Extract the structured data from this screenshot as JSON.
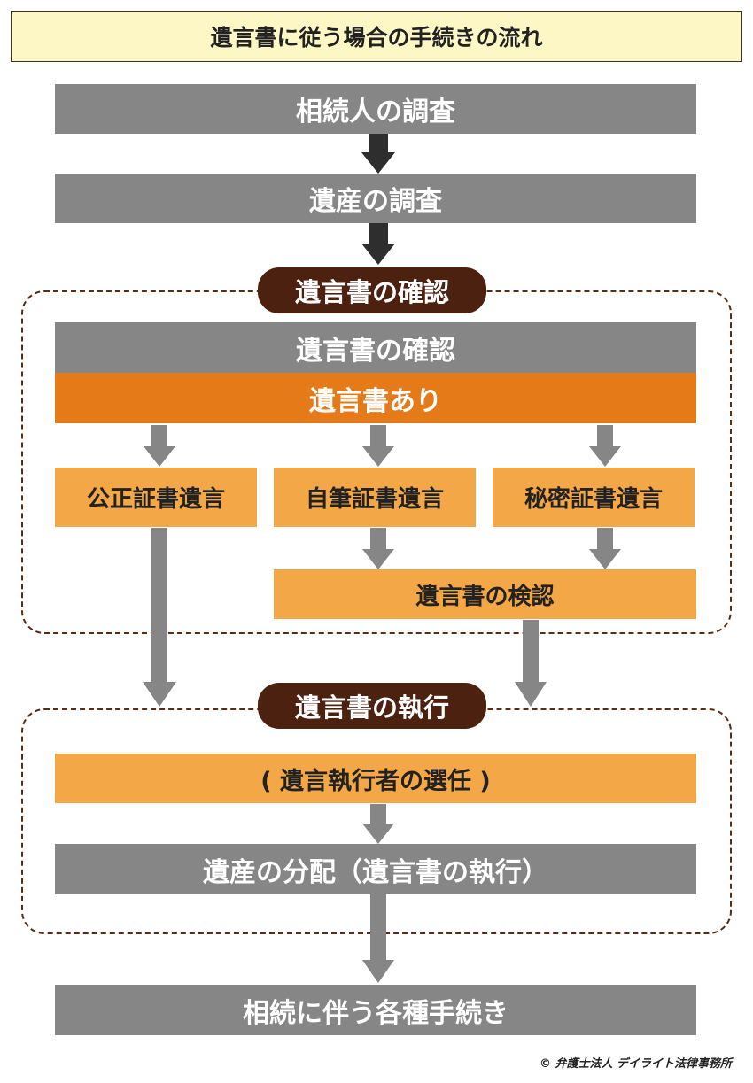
{
  "title": "遺言書に従う場合の手続きの流れ",
  "steps": {
    "heir_survey": "相続人の調査",
    "estate_survey": "遺産の調査",
    "will_check_section": "遺言書の確認",
    "will_check": "遺言書の確認",
    "will_exists": "遺言書あり",
    "notarial_will": "公正証書遺言",
    "holographic_will": "自筆証書遺言",
    "secret_will": "秘密証書遺言",
    "probate": "遺言書の検認",
    "execution_section": "遺言書の執行",
    "executor_selection": "( 遺言執行者の選任 )",
    "distribution": "遺産の分配（遺言書の執行）",
    "other_procedures": "相続に伴う各種手続き"
  },
  "copyright": "© 弁護士法人 デイライト法律事務所",
  "colors": {
    "gray": "#868686",
    "dark_orange": "#e57a19",
    "light_orange": "#f3a746",
    "section_brown": "#4d2110",
    "dark_arrow": "#2e2e2e",
    "gray_arrow": "#868686",
    "title_bg": "#fdf7c6"
  }
}
